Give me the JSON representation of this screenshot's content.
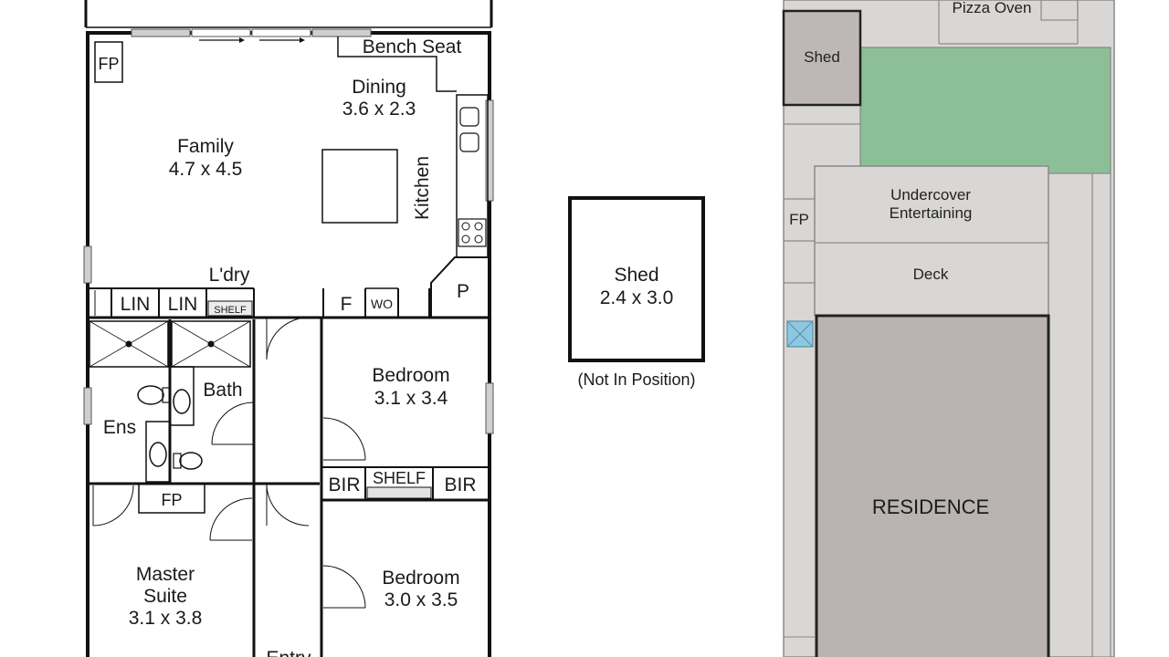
{
  "floorplan": {
    "rooms": {
      "bench_seat": "Bench Seat",
      "dining_name": "Dining",
      "dining_dims": "3.6 x 2.3",
      "family_name": "Family",
      "family_dims": "4.7 x 4.5",
      "kitchen": "Kitchen",
      "fp_family": "FP",
      "laundry": "L'dry",
      "lin_1": "LIN",
      "lin_2": "LIN",
      "shelf_laundry": "SHELF",
      "fridge": "F",
      "wall_oven": "WO",
      "pantry": "P",
      "bath": "Bath",
      "ensuite": "Ens",
      "fp_ensuite": "FP",
      "bedroom1_name": "Bedroom",
      "bedroom1_dims": "3.1 x 3.4",
      "bir_1": "BIR",
      "shelf_bed": "SHELF",
      "bir_2": "BIR",
      "master_name_1": "Master",
      "master_name_2": "Suite",
      "master_dims": "3.1 x 3.8",
      "bedroom2_name": "Bedroom",
      "bedroom2_dims": "3.0 x 3.5",
      "entry": "Entry"
    },
    "shed": {
      "name": "Shed",
      "dims": "2.4 x 3.0",
      "note": "(Not In Position)"
    }
  },
  "site_plan": {
    "pizza_oven": "Pizza Oven",
    "shed": "Shed",
    "undercover_1": "Undercover",
    "undercover_2": "Entertaining",
    "fp": "FP",
    "deck": "Deck",
    "residence": "RESIDENCE",
    "colors": {
      "ground": "#d9d7d5",
      "lawn": "#8dbf97",
      "residence": "#b9b4b1",
      "shed": "#bdb8b5",
      "water_tank": "#8ec8e0"
    }
  }
}
